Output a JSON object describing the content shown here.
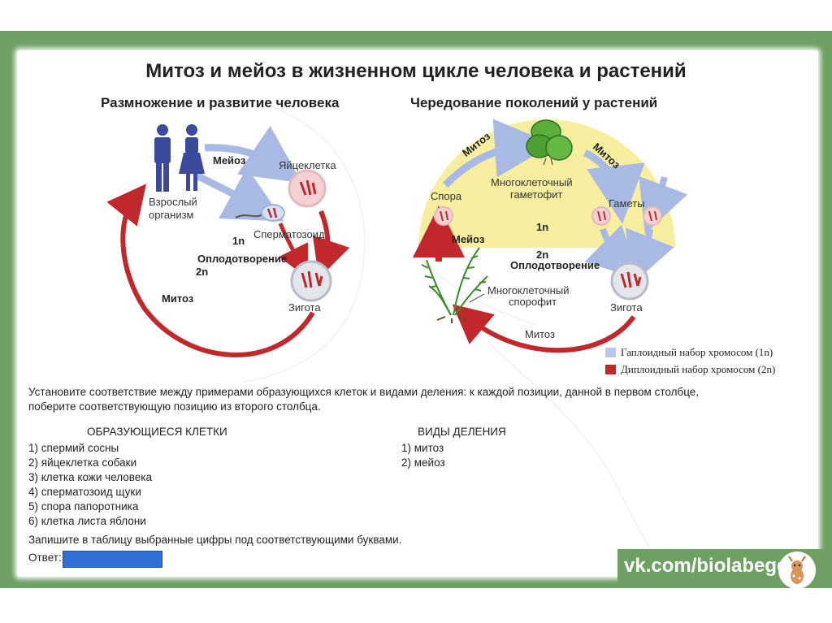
{
  "slide": {
    "title": "Митоз и мейоз в жизненном цикле человека и растений",
    "left_heading": "Размножение и развитие человека",
    "right_heading": "Чередование поколений у растений"
  },
  "human_cycle": {
    "meiosis": "Мейоз",
    "egg": "Яйцеклетка",
    "adult_line1": "Взрослый",
    "adult_line2": "организм",
    "sperm": "Сперматозоид",
    "n1": "1n",
    "fertilization": "Оплодотворение",
    "n2": "2n",
    "mitosis": "Митоз",
    "zygote": "Зигота"
  },
  "plant_cycle": {
    "mitosis_left": "Митоз",
    "mitosis_right": "Митоз",
    "gametophyte_line1": "Многоклеточный",
    "gametophyte_line2": "гаметофит",
    "spore": "Спора",
    "gametes": "Гаметы",
    "n1": "1n",
    "meiosis": "Мейоз",
    "n2": "2n",
    "fertilization": "Оплодотворение",
    "sporophyte_line1": "Многоклеточный",
    "sporophyte_line2": "спорофит",
    "zygote": "Зигота",
    "mitosis_bottom": "Митоз"
  },
  "legend": {
    "haploid": "Гаплоидный набор хромосом (1n)",
    "diploid": "Диплоидный набор хромосом (2n)",
    "haploid_color": "#b8c8ec",
    "diploid_color": "#c0282c"
  },
  "task": {
    "instruction_line1": "Установите соответствие между примерами образующихся клеток и видами деления: к каждой позиции, данной в первом столбце,",
    "instruction_line2": "поберите соответствующую позицию из второго столбца.",
    "col1_header": "ОБРАЗУЮЩИЕСЯ КЛЕТКИ",
    "col2_header": "ВИДЫ ДЕЛЕНИЯ",
    "col1_items": [
      "1) спермий сосны",
      "2) яйцеклетка собаки",
      "3) клетка кожи человека",
      "4) сперматозоид щуки",
      "5) спора папоротника",
      "6) клетка листа яблони"
    ],
    "col2_items": [
      "1) митоз",
      "2) мейоз"
    ],
    "write_instruction": "Запишите в таблицу выбранные цифры под соответствующими буквами.",
    "answer_label": "Ответ:"
  },
  "branding": {
    "link": "vk.com/biolabege",
    "frame_color": "#6fa063"
  }
}
